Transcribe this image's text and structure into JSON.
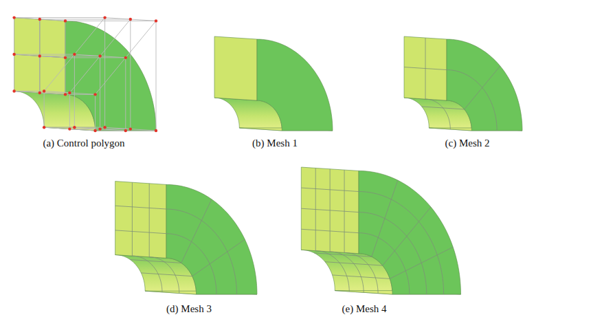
{
  "diagram": {
    "labels": [
      "(a) Control polygon",
      "(b) Mesh 1",
      "(c) Mesh 2",
      "(d) Mesh 3",
      "(e) Mesh 4"
    ]
  }
}
